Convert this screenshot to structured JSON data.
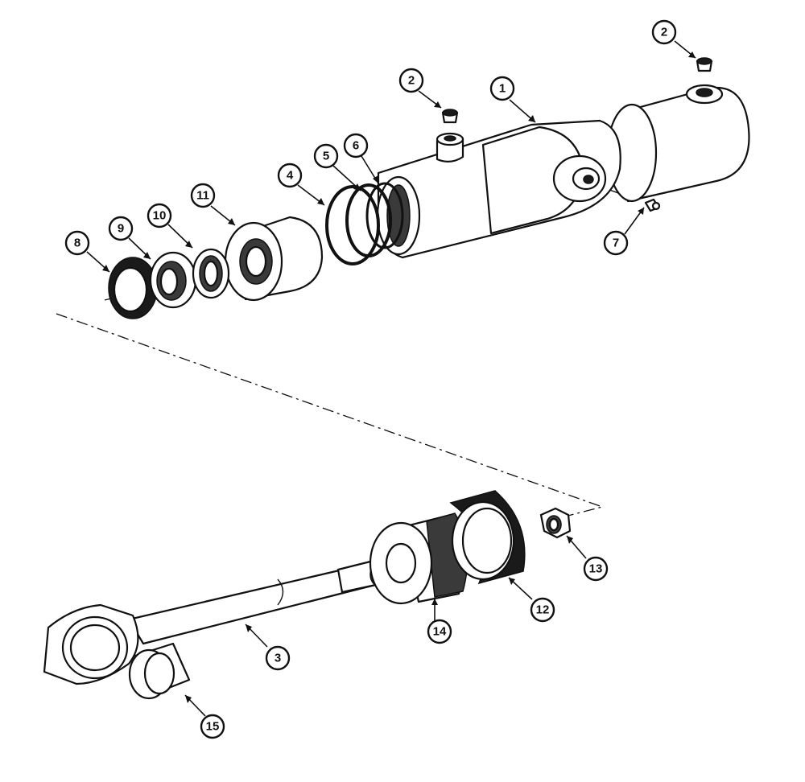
{
  "callouts": [
    {
      "id": "c1",
      "label": "1"
    },
    {
      "id": "c2a",
      "label": "2"
    },
    {
      "id": "c2b",
      "label": "2"
    },
    {
      "id": "c3",
      "label": "3"
    },
    {
      "id": "c4",
      "label": "4"
    },
    {
      "id": "c5",
      "label": "5"
    },
    {
      "id": "c6",
      "label": "6"
    },
    {
      "id": "c7",
      "label": "7"
    },
    {
      "id": "c8",
      "label": "8"
    },
    {
      "id": "c9",
      "label": "9"
    },
    {
      "id": "c10",
      "label": "10"
    },
    {
      "id": "c11",
      "label": "11"
    },
    {
      "id": "c12",
      "label": "12"
    },
    {
      "id": "c13",
      "label": "13"
    },
    {
      "id": "c14",
      "label": "14"
    },
    {
      "id": "c15",
      "label": "15"
    }
  ]
}
